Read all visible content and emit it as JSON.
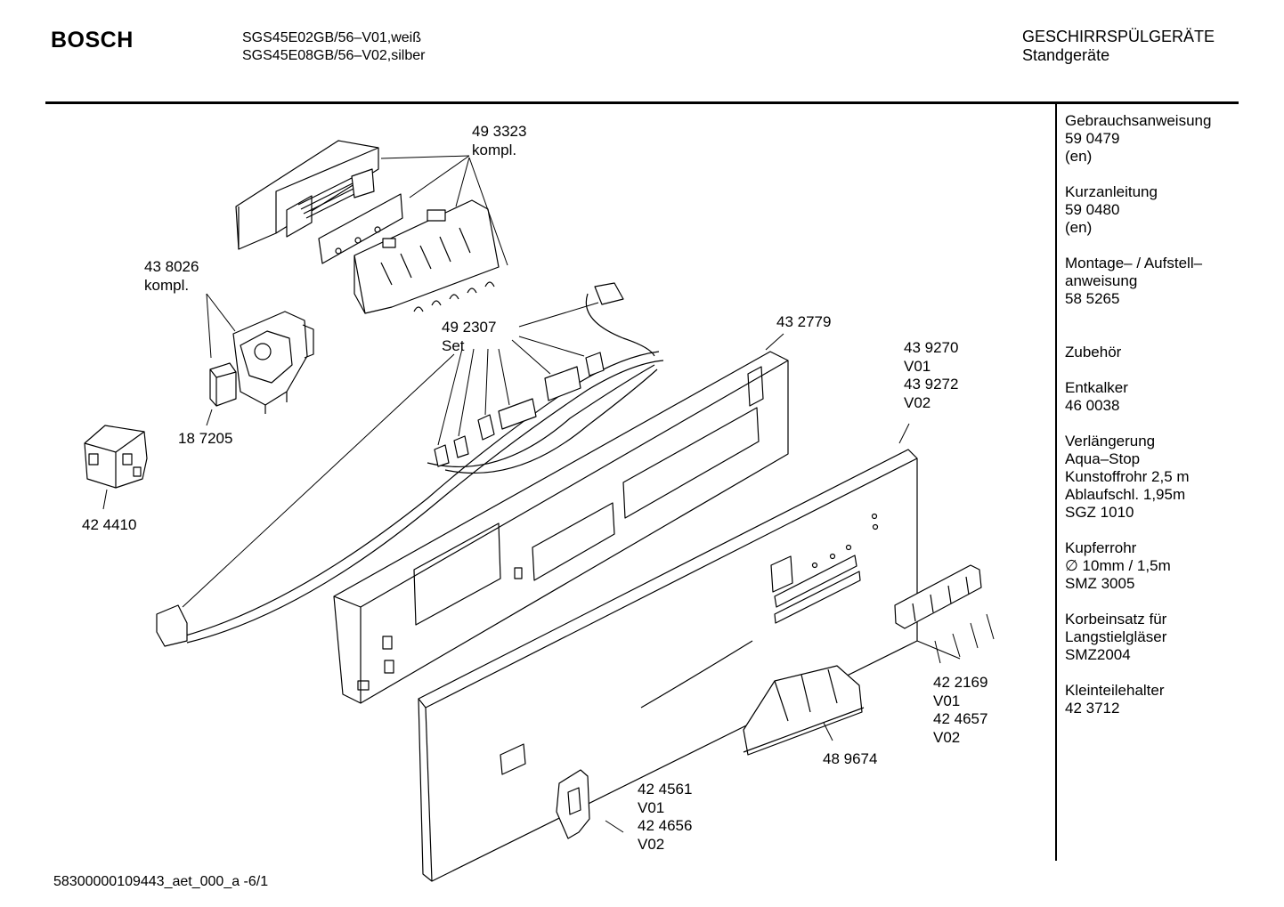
{
  "header": {
    "brand": "BOSCH",
    "model_lines": [
      "SGS45E02GB/56–V01,weiß",
      "SGS45E08GB/56–V02,silber"
    ],
    "category_lines": [
      "GESCHIRRSPÜLGERÄTE",
      "Standgeräte"
    ]
  },
  "sidebar": {
    "groups": [
      [
        "Gebrauchsanweisung",
        "59 0479",
        "(en)"
      ],
      [
        "Kurzanleitung",
        "59 0480",
        "(en)"
      ],
      [
        "Montage– / Aufstell–",
        "anweisung",
        "58 5265"
      ],
      [
        "Zubehör"
      ],
      [
        "Entkalker",
        "46 0038"
      ],
      [
        "Verlängerung",
        "Aqua–Stop",
        "Kunstoffrohr 2,5 m",
        "Ablaufschl. 1,95m",
        "SGZ 1010"
      ],
      [
        "Kupferrohr",
        "∅ 10mm / 1,5m",
        "SMZ 3005"
      ],
      [
        "Korbeinsatz für",
        "Langstielgläser",
        "SMZ2004"
      ],
      [
        "Kleinteilehalter",
        "42 3712"
      ]
    ]
  },
  "parts": {
    "p493323": [
      "49 3323",
      "kompl."
    ],
    "p438026": [
      "43 8026",
      "kompl."
    ],
    "p492307": [
      "49 2307",
      "Set"
    ],
    "p432779": [
      "43 2779"
    ],
    "p439270": [
      "43 9270",
      "V01",
      "43 9272",
      "V02"
    ],
    "p187205": [
      "18 7205"
    ],
    "p424410": [
      "42 4410"
    ],
    "p422169": [
      "42 2169",
      "V01",
      "42 4657",
      "V02"
    ],
    "p489674": [
      "48 9674"
    ],
    "p424561": [
      "42 4561",
      "V01",
      "42 4656",
      "V02"
    ]
  },
  "footer": {
    "doc_id": "58300000109443_aet_000_a -6/1"
  }
}
